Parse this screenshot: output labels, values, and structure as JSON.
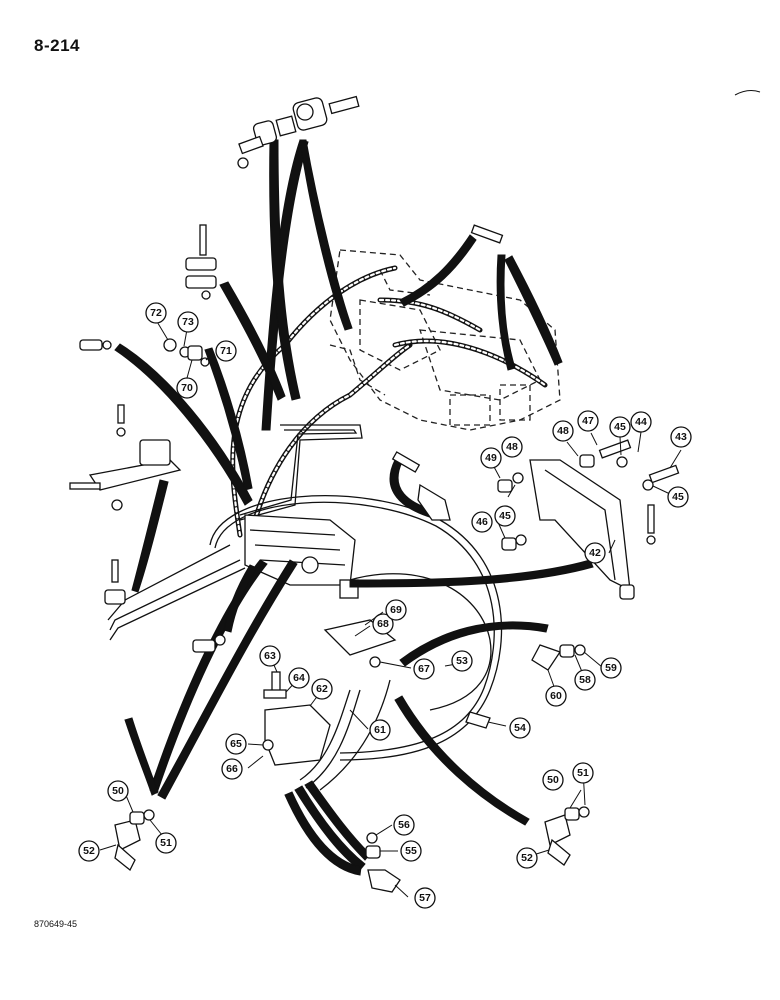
{
  "page": {
    "number": "8-214",
    "drawing_code": "870649-45"
  },
  "callouts": {
    "c42": "42",
    "c43": "43",
    "c44": "44",
    "c45a": "45",
    "c45b": "45",
    "c45c": "45",
    "c46": "46",
    "c47": "47",
    "c48a": "48",
    "c48b": "48",
    "c49": "49",
    "c50a": "50",
    "c50b": "50",
    "c51a": "51",
    "c51b": "51",
    "c52a": "52",
    "c52b": "52",
    "c53": "53",
    "c54": "54",
    "c55": "55",
    "c56": "56",
    "c57": "57",
    "c58": "58",
    "c59": "59",
    "c60": "60",
    "c61": "61",
    "c62": "62",
    "c63": "63",
    "c64": "64",
    "c65": "65",
    "c66": "66",
    "c67": "67",
    "c68": "68",
    "c69": "69",
    "c70": "70",
    "c71": "71",
    "c72": "72",
    "c73": "73"
  }
}
